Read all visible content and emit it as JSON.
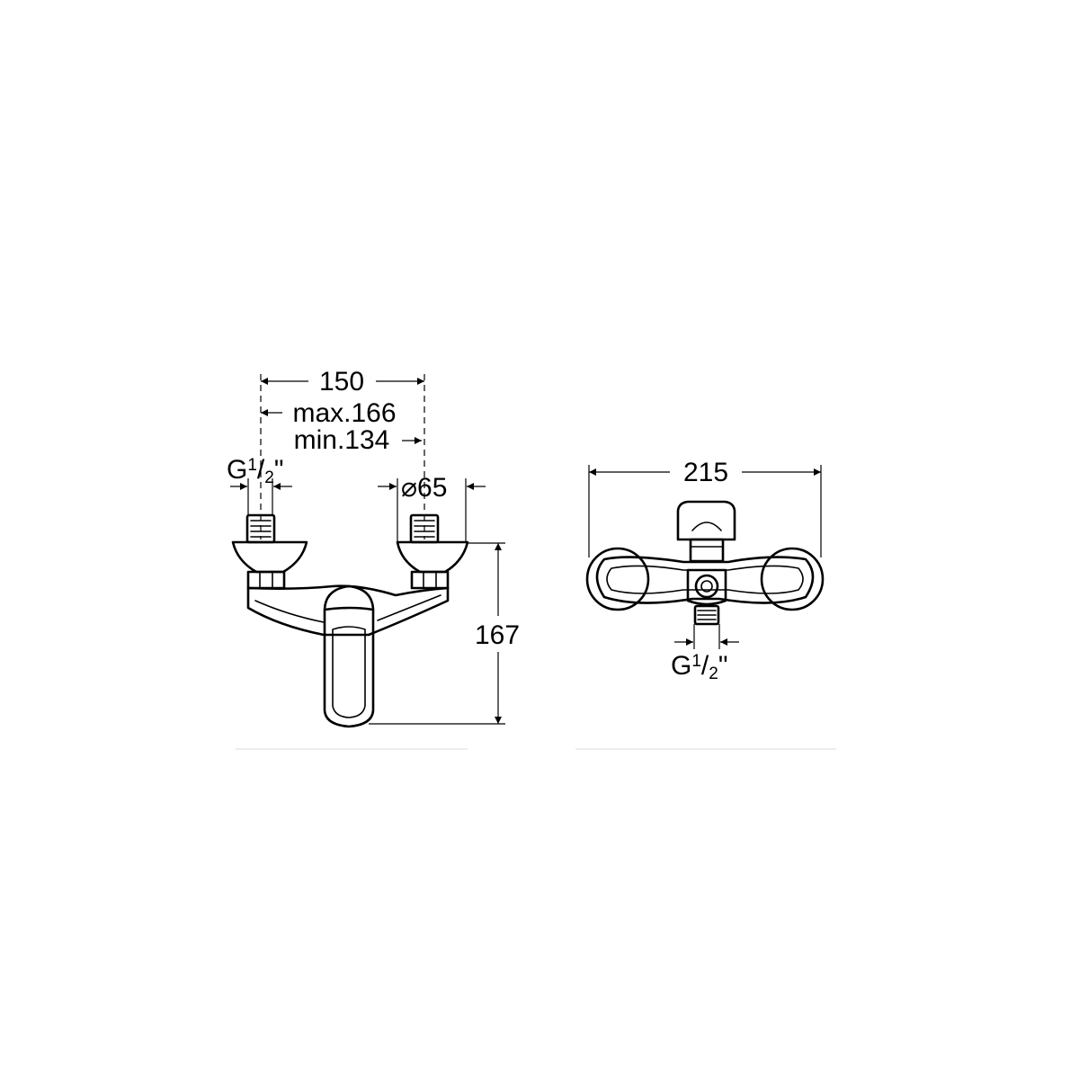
{
  "front_view": {
    "width_label": "150",
    "max_label": "max.166",
    "min_label": "min.134",
    "diameter_label": "⌀65",
    "height_label": "167",
    "thread": {
      "main": "G",
      "numerator": "1",
      "slash": "/",
      "denominator": "2",
      "suffix": "\""
    }
  },
  "top_view": {
    "width_label": "215",
    "thread": {
      "main": "G",
      "numerator": "1",
      "slash": "/",
      "denominator": "2",
      "suffix": "\""
    }
  }
}
